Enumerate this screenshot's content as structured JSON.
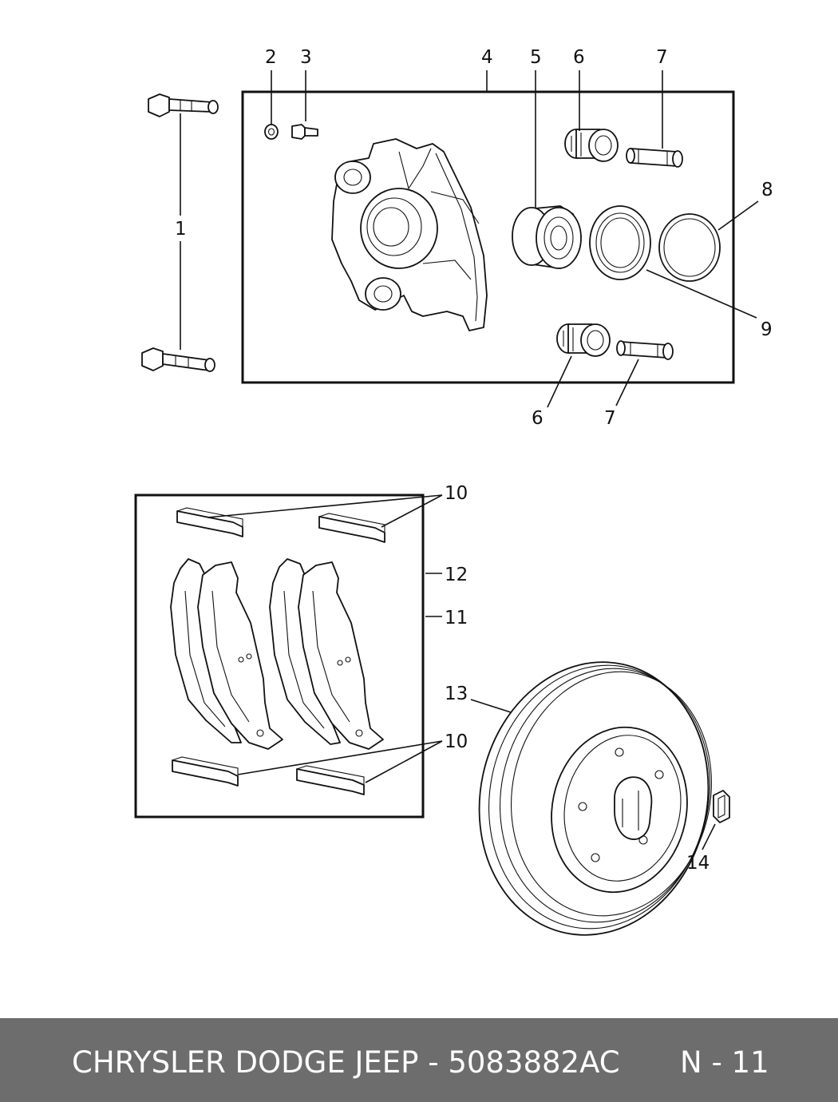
{
  "diagram": {
    "callouts": {
      "c1": "1",
      "c2": "2",
      "c3": "3",
      "c4": "4",
      "c5": "5",
      "c6a": "6",
      "c6b": "6",
      "c7a": "7",
      "c7b": "7",
      "c8": "8",
      "c9": "9",
      "c10a": "10",
      "c10b": "10",
      "c11": "11",
      "c12": "12",
      "c13": "13",
      "c14": "14"
    }
  },
  "footer": {
    "title": "CHRYSLER DODGE JEEP - 5083882AC",
    "page": "N - 11"
  }
}
